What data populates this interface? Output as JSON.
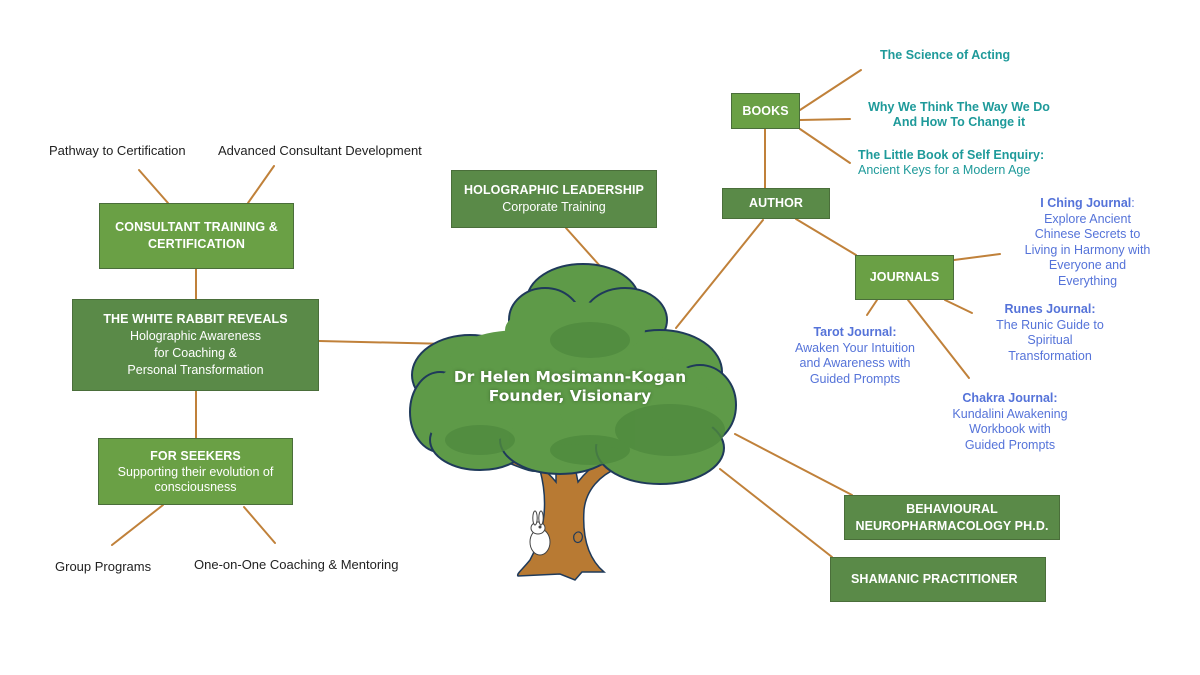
{
  "center": {
    "name": "Dr Helen Mosimann-Kogan",
    "role": "Founder, Visionary"
  },
  "left": {
    "consultant": {
      "title": "CONSULTANT TRAINING &",
      "title2": "CERTIFICATION",
      "children": [
        "Pathway to Certification",
        "Advanced Consultant Development"
      ]
    },
    "white_rabbit": {
      "title": "THE WHITE RABBIT REVEALS",
      "lines": [
        "Holographic Awareness",
        "for Coaching &",
        "Personal Transformation"
      ]
    },
    "seekers": {
      "title": "FOR SEEKERS",
      "lines": [
        "Supporting their evolution of",
        "consciousness"
      ],
      "children": [
        "Group Programs",
        "One-on-One Coaching & Mentoring"
      ]
    }
  },
  "top": {
    "holographic": {
      "title": "HOLOGRAPHIC LEADERSHIP",
      "subtitle": "Corporate Training"
    }
  },
  "right": {
    "author": {
      "title": "AUTHOR"
    },
    "books": {
      "title": "BOOKS",
      "items": [
        {
          "title": "The Science of Acting",
          "subtitle": ""
        },
        {
          "title": "Why We Think The Way We Do",
          "title2": "And How To Change it",
          "subtitle": ""
        },
        {
          "title": "The Little Book of Self Enquiry:",
          "subtitle": "Ancient Keys for a Modern Age"
        }
      ]
    },
    "journals": {
      "title": "JOURNALS",
      "items": [
        {
          "title": "I Ching Journal",
          "suffix": ":",
          "lines": [
            "Explore Ancient",
            "Chinese Secrets to",
            "Living in Harmony with",
            "Everyone and",
            "Everything"
          ]
        },
        {
          "title": "Runes Journal:",
          "lines": [
            "The Runic Guide to",
            "Spiritual",
            "Transformation"
          ]
        },
        {
          "title": "Tarot Journal:",
          "lines": [
            "Awaken Your Intuition",
            "and Awareness with",
            "Guided Prompts"
          ]
        },
        {
          "title": "Chakra Journal:",
          "lines": [
            "Kundalini Awakening",
            "Workbook with",
            "Guided Prompts"
          ]
        }
      ]
    },
    "phd": {
      "title": "BEHAVIOURAL",
      "title2": "NEUROPHARMACOLOGY PH.D."
    },
    "shamanic": {
      "title": "SHAMANIC PRACTITIONER"
    }
  },
  "colors": {
    "box_light": "#6aa045",
    "box_dark": "#5a8a48",
    "connector": "#c0813a",
    "book_text": "#1e9a9a",
    "journal_text": "#5573d9",
    "foliage": "#5e9a48",
    "trunk": "#b87a33"
  }
}
